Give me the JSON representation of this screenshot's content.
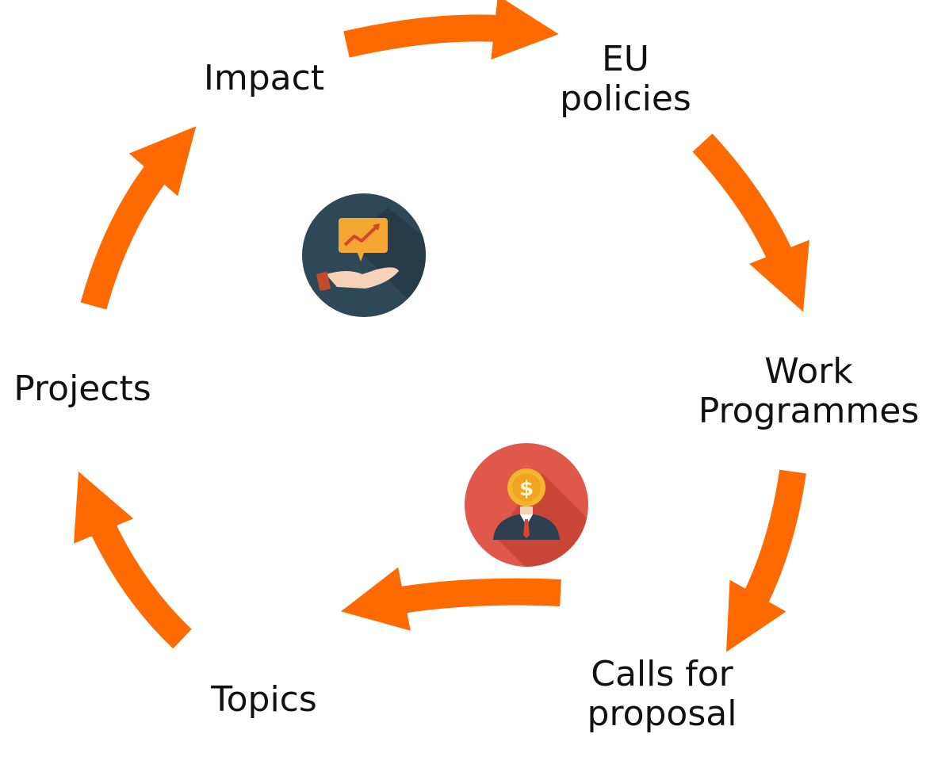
{
  "diagram": {
    "type": "cycle",
    "accent_color": "#ff6a00",
    "nodes": [
      {
        "id": "impact",
        "lines": [
          "Impact"
        ]
      },
      {
        "id": "eu-policies",
        "lines": [
          "EU",
          "policies"
        ]
      },
      {
        "id": "work-programmes",
        "lines": [
          "Work",
          "Programmes"
        ]
      },
      {
        "id": "calls-for-proposal",
        "lines": [
          "Calls for",
          "proposal"
        ]
      },
      {
        "id": "topics",
        "lines": [
          "Topics"
        ]
      },
      {
        "id": "projects",
        "lines": [
          "Projects"
        ]
      }
    ],
    "icons": [
      {
        "name": "impact-growth-icon",
        "colors": {
          "circle": "#2f4858",
          "bubble": "#f5a733",
          "hand": "#f6d2b8"
        }
      },
      {
        "name": "funding-person-icon",
        "colors": {
          "circle": "#e0584a",
          "coin": "#f5b52e",
          "suit": "#2e3f52"
        }
      }
    ]
  }
}
